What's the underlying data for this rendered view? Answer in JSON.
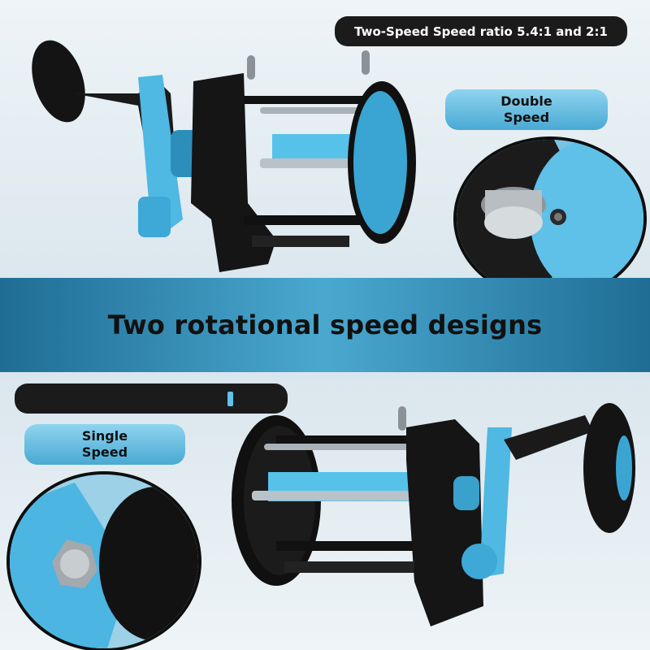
{
  "top_label": "Two-Speed Speed ratio 5.4:1 and 2:1",
  "banner_title": "Two rotational speed designs",
  "double_speed": {
    "line1": "Double",
    "line2": "Speed"
  },
  "single_speed": {
    "line1": "Single",
    "line2": "Speed"
  },
  "colors": {
    "banner": "#3a93bd",
    "pill_dark": "#1b1b1b",
    "pill_blue": "#6cc0e4",
    "reel_black": "#151515",
    "reel_blue": "#4fb8e3"
  },
  "icons": [
    "fishing-reel-image",
    "double-speed-knob-detail",
    "single-speed-knob-detail"
  ]
}
